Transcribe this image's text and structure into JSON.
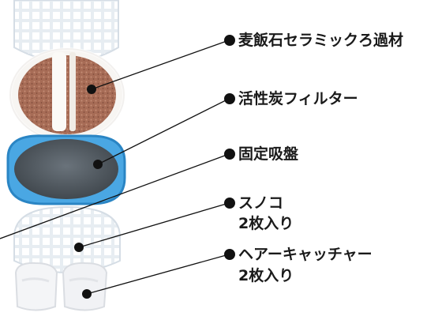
{
  "labels": [
    {
      "id": "ceramic",
      "text": "麦飯石セラミックろ過材"
    },
    {
      "id": "carbon",
      "text": "活性炭フィルター"
    },
    {
      "id": "suction",
      "text": "固定吸盤"
    },
    {
      "id": "sunoko",
      "text": "スノコ",
      "sub": "2枚入り"
    },
    {
      "id": "hair",
      "text": "ヘアーキャッチャー",
      "sub": "2枚入り"
    }
  ]
}
